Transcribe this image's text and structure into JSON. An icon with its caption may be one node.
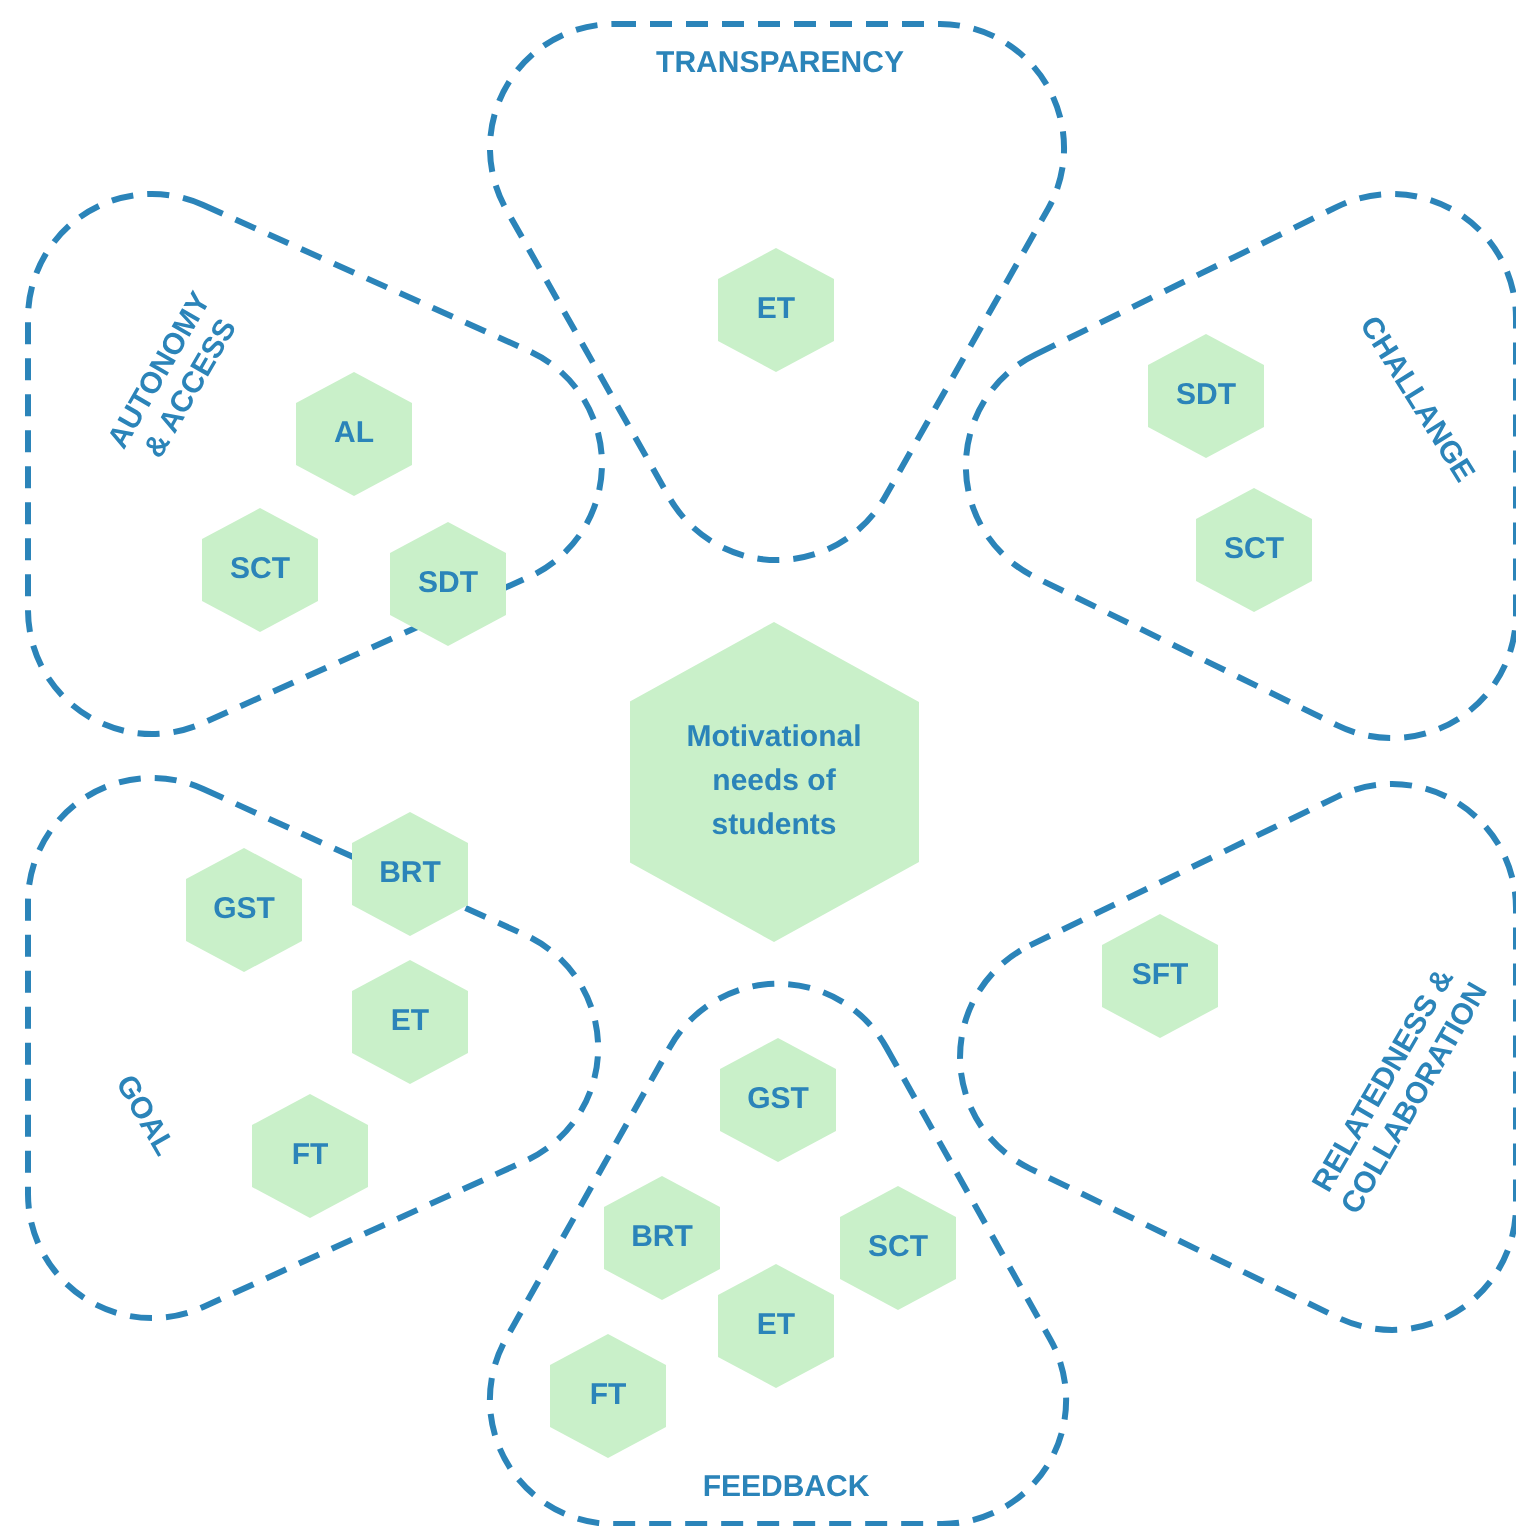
{
  "diagram": {
    "nodes": [
      {
        "text": [
          "Motivational needs of students"
        ]
      },
      {
        "text": [
          "TRANSPARENCY"
        ]
      },
      {
        "text": [
          "ET"
        ],
        "in": 1
      },
      {
        "text": [
          "CHALLANGE"
        ]
      },
      {
        "text": [
          "SDT"
        ],
        "in": 3
      },
      {
        "text": [
          "SCT"
        ],
        "in": 3
      },
      {
        "text": [
          "RELATEDNESS & COLLABORATION"
        ]
      },
      {
        "text": [
          "SFT"
        ],
        "in": 6
      },
      {
        "text": [
          "FEEDBACK"
        ]
      },
      {
        "text": [
          "GST"
        ],
        "in": 8
      },
      {
        "text": [
          "BRT"
        ],
        "in": 8
      },
      {
        "text": [
          "SCT"
        ],
        "in": 8
      },
      {
        "text": [
          "ET"
        ],
        "in": 8
      },
      {
        "text": [
          "FT"
        ],
        "in": 8
      },
      {
        "text": [
          "GOAL"
        ]
      },
      {
        "text": [
          "GST"
        ],
        "in": 14
      },
      {
        "text": [
          "BRT"
        ],
        "in": 14
      },
      {
        "text": [
          "ET"
        ],
        "in": 14
      },
      {
        "text": [
          "FT"
        ],
        "in": 14
      },
      {
        "text": [
          "AUTONOMY & ACCESS"
        ]
      },
      {
        "text": [
          "AL"
        ],
        "in": 19
      },
      {
        "text": [
          "SCT"
        ],
        "in": 19
      },
      {
        "text": [
          "SDT"
        ],
        "in": 19
      }
    ],
    "edges": []
  }
}
